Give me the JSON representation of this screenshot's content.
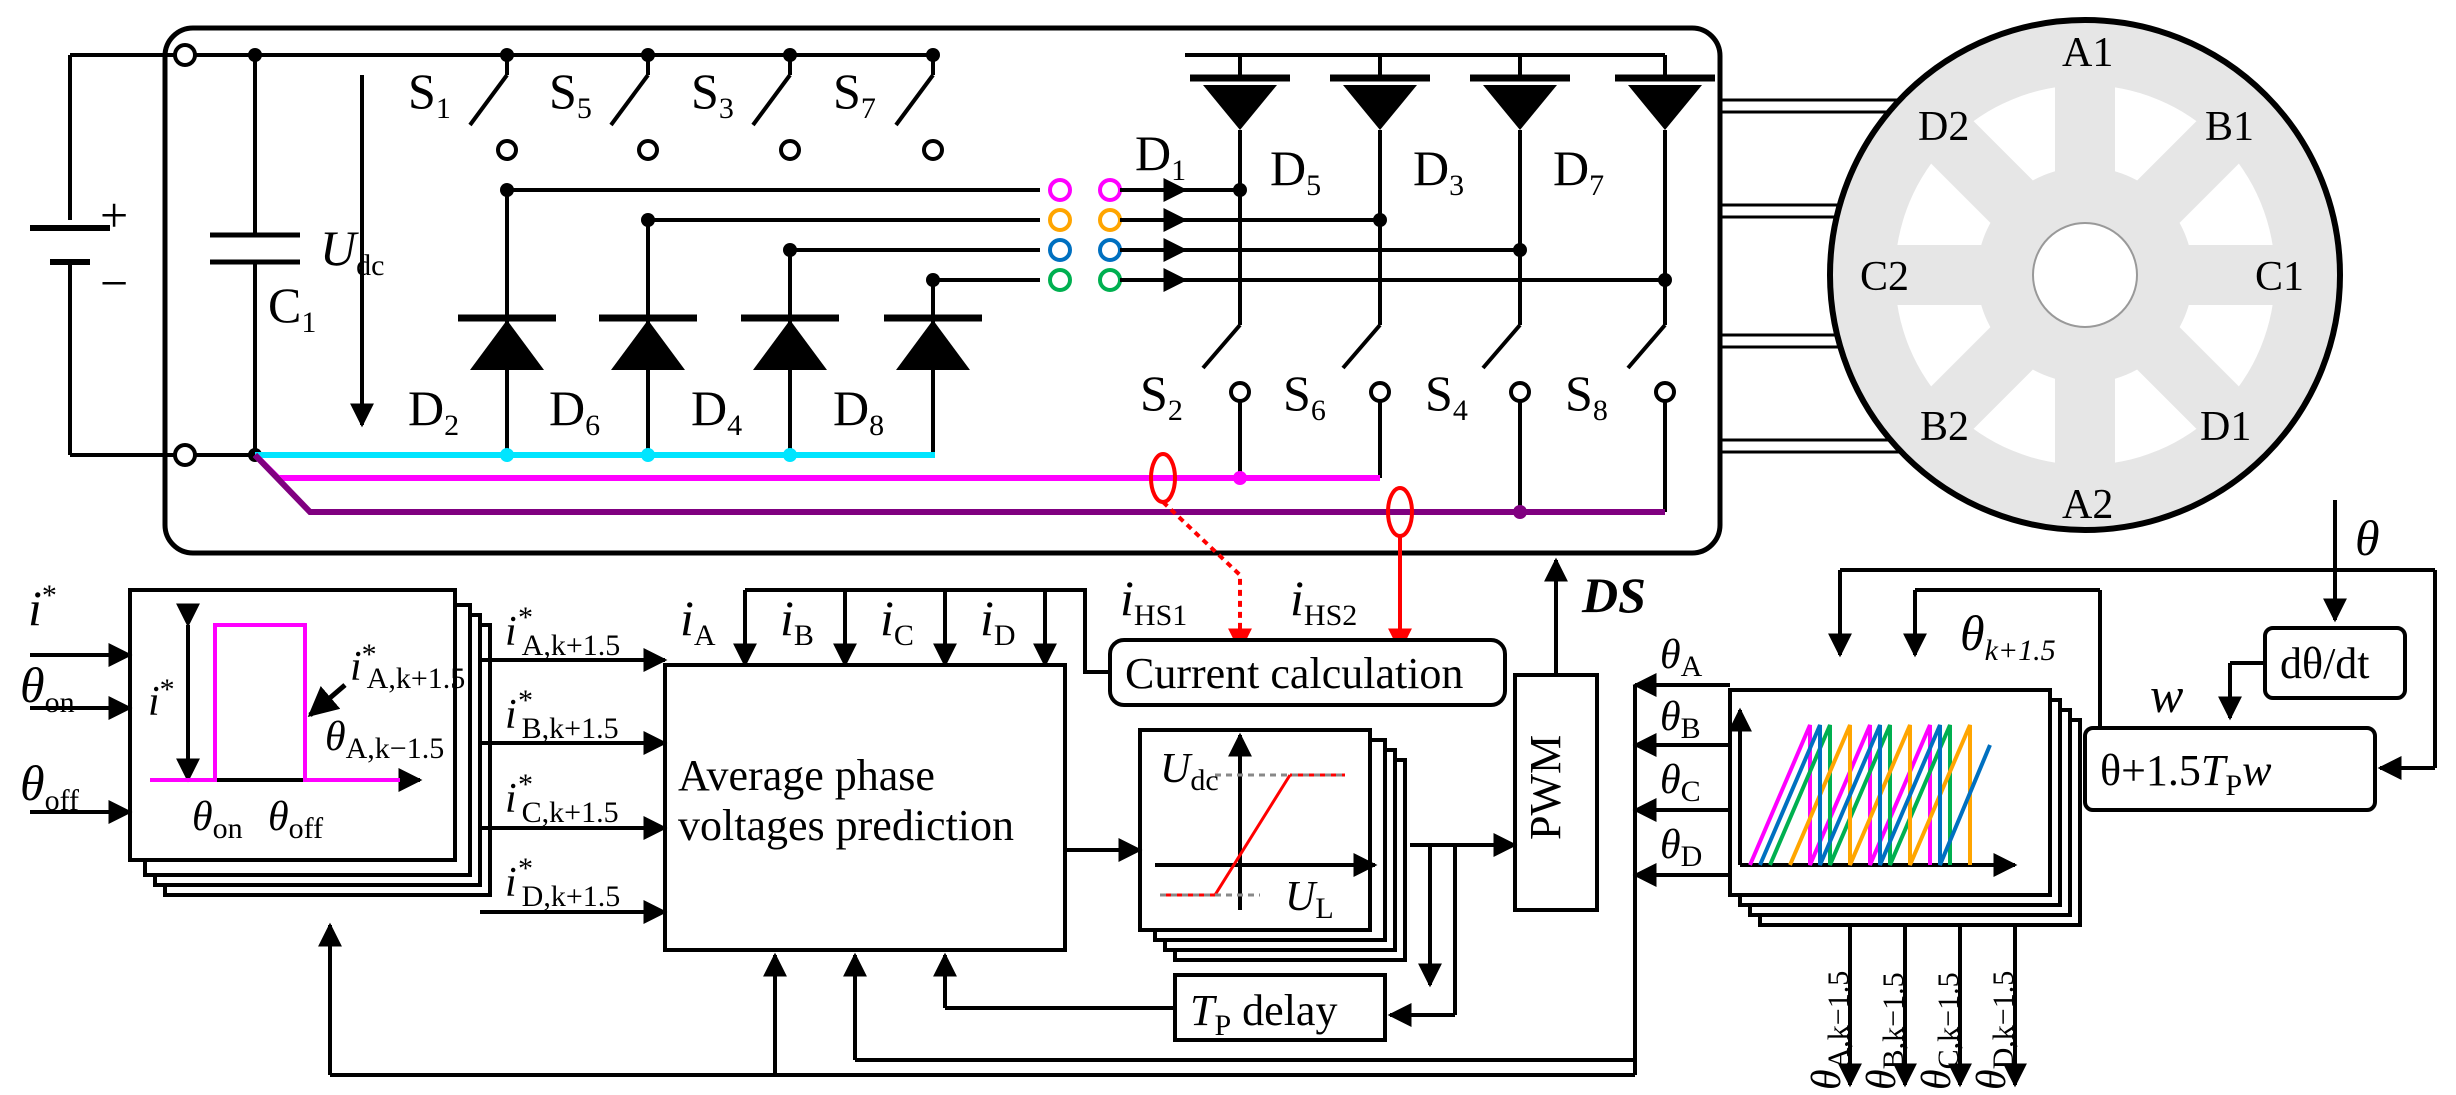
{
  "colors": {
    "cyan": "#00e5ff",
    "magenta": "#ff00ff",
    "purple": "#800080",
    "red": "#ff0000",
    "orange": "#ffa500",
    "blue": "#0070c0",
    "green": "#00b050",
    "stator": "#e6e6e6"
  },
  "converter": {
    "source_plus": "+",
    "source_minus": "−",
    "capacitor": "C",
    "capacitor_sub": "1",
    "voltage": "U",
    "voltage_sub": "dc",
    "switches_top": [
      {
        "main": "S",
        "sub": "1"
      },
      {
        "main": "S",
        "sub": "5"
      },
      {
        "main": "S",
        "sub": "3"
      },
      {
        "main": "S",
        "sub": "7"
      }
    ],
    "diodes_bottom": [
      {
        "main": "D",
        "sub": "2"
      },
      {
        "main": "D",
        "sub": "6"
      },
      {
        "main": "D",
        "sub": "4"
      },
      {
        "main": "D",
        "sub": "8"
      }
    ],
    "diodes_top": [
      {
        "main": "D",
        "sub": "1"
      },
      {
        "main": "D",
        "sub": "5"
      },
      {
        "main": "D",
        "sub": "3"
      },
      {
        "main": "D",
        "sub": "7"
      }
    ],
    "switches_bottom": [
      {
        "main": "S",
        "sub": "2"
      },
      {
        "main": "S",
        "sub": "6"
      },
      {
        "main": "S",
        "sub": "4"
      },
      {
        "main": "S",
        "sub": "8"
      }
    ]
  },
  "motor": {
    "poles": [
      "A1",
      "B1",
      "C1",
      "D1",
      "A2",
      "B2",
      "C2",
      "D2"
    ]
  },
  "signals": {
    "ihs1": "i",
    "ihs1_sub": "HS1",
    "ihs2": "i",
    "ihs2_sub": "HS2",
    "ds": "DS",
    "theta": "θ",
    "w": "w",
    "theta_k": "θ",
    "theta_k_sub": "k+1.5",
    "i_star": "i",
    "i_star_sup": "*",
    "theta_on": "θ",
    "theta_on_sub": "on",
    "theta_off": "θ",
    "theta_off_sub": "off"
  },
  "blocks": {
    "current_calc": "Current calculation",
    "avg_pred_1": "Average phase",
    "avg_pred_2": "voltages prediction",
    "pwm": "PWM",
    "delay_main": "T",
    "delay_sub": "P",
    "delay_label": "delay",
    "dtheta": "dθ/dt",
    "theta_pred_a": "θ+1.5",
    "theta_pred_t": "T",
    "theta_pred_sub": "P",
    "theta_pred_w": "w"
  },
  "profile": {
    "ylabel": "i",
    "ylabel_sup": "*",
    "on": "θ",
    "on_sub": "on",
    "off": "θ",
    "off_sub": "off",
    "ref": "i",
    "ref_sup": "*",
    "ref_sub": "A,k+1.5",
    "ang": "θ",
    "ang_sub": "A,k−1.5"
  },
  "saturation": {
    "udc": "U",
    "udc_sub": "dc",
    "ul": "U",
    "ul_sub": "L"
  },
  "phase_currents": [
    {
      "main": "i",
      "sub": "A"
    },
    {
      "main": "i",
      "sub": "B"
    },
    {
      "main": "i",
      "sub": "C"
    },
    {
      "main": "i",
      "sub": "D"
    }
  ],
  "current_refs": [
    {
      "main": "i",
      "sup": "*",
      "sub": "A,k+1.5"
    },
    {
      "main": "i",
      "sup": "*",
      "sub": "B,k+1.5"
    },
    {
      "main": "i",
      "sup": "*",
      "sub": "C,k+1.5"
    },
    {
      "main": "i",
      "sup": "*",
      "sub": "D,k+1.5"
    }
  ],
  "theta_inputs": [
    {
      "main": "θ",
      "sub": "A"
    },
    {
      "main": "θ",
      "sub": "B"
    },
    {
      "main": "θ",
      "sub": "C"
    },
    {
      "main": "θ",
      "sub": "D"
    }
  ],
  "theta_outputs": [
    {
      "main": "θ",
      "sub": "A,k−1.5"
    },
    {
      "main": "θ",
      "sub": "B,k−1.5"
    },
    {
      "main": "θ",
      "sub": "C,k−1.5"
    },
    {
      "main": "θ",
      "sub": "D,k−1.5"
    }
  ]
}
